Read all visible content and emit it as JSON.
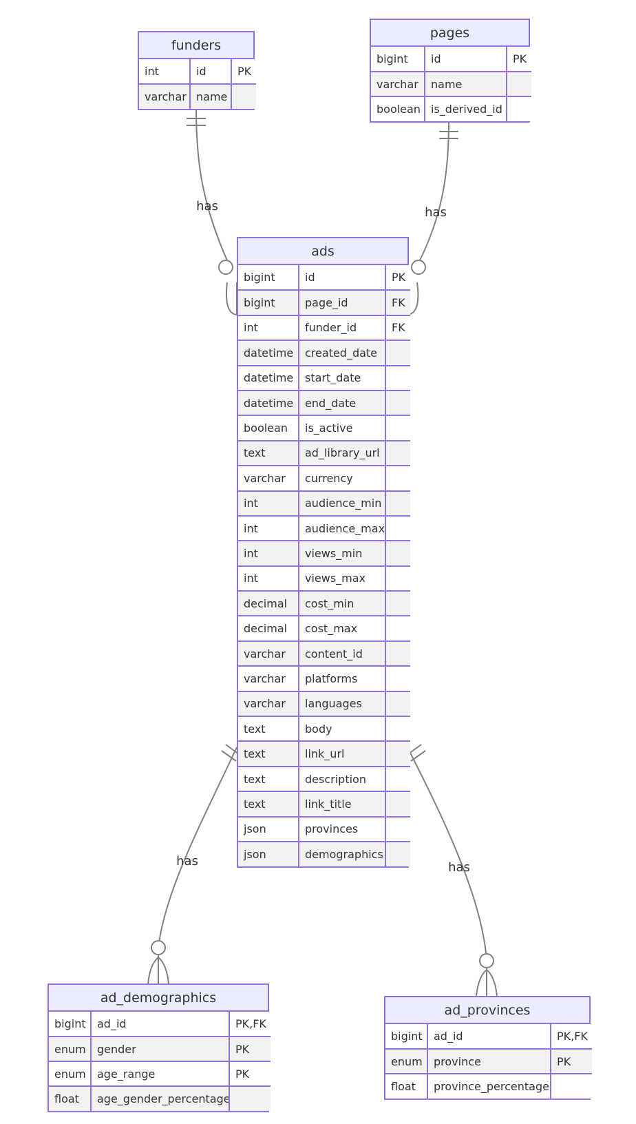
{
  "diagram": {
    "entities": [
      {
        "id": "funders",
        "title": "funders",
        "attributes": [
          {
            "type": "int",
            "name": "id",
            "key": "PK"
          },
          {
            "type": "varchar",
            "name": "name",
            "key": ""
          }
        ]
      },
      {
        "id": "pages",
        "title": "pages",
        "attributes": [
          {
            "type": "bigint",
            "name": "id",
            "key": "PK"
          },
          {
            "type": "varchar",
            "name": "name",
            "key": ""
          },
          {
            "type": "boolean",
            "name": "is_derived_id",
            "key": ""
          }
        ]
      },
      {
        "id": "ads",
        "title": "ads",
        "attributes": [
          {
            "type": "bigint",
            "name": "id",
            "key": "PK"
          },
          {
            "type": "bigint",
            "name": "page_id",
            "key": "FK"
          },
          {
            "type": "int",
            "name": "funder_id",
            "key": "FK"
          },
          {
            "type": "datetime",
            "name": "created_date",
            "key": ""
          },
          {
            "type": "datetime",
            "name": "start_date",
            "key": ""
          },
          {
            "type": "datetime",
            "name": "end_date",
            "key": ""
          },
          {
            "type": "boolean",
            "name": "is_active",
            "key": ""
          },
          {
            "type": "text",
            "name": "ad_library_url",
            "key": ""
          },
          {
            "type": "varchar",
            "name": "currency",
            "key": ""
          },
          {
            "type": "int",
            "name": "audience_min",
            "key": ""
          },
          {
            "type": "int",
            "name": "audience_max",
            "key": ""
          },
          {
            "type": "int",
            "name": "views_min",
            "key": ""
          },
          {
            "type": "int",
            "name": "views_max",
            "key": ""
          },
          {
            "type": "decimal",
            "name": "cost_min",
            "key": ""
          },
          {
            "type": "decimal",
            "name": "cost_max",
            "key": ""
          },
          {
            "type": "varchar",
            "name": "content_id",
            "key": ""
          },
          {
            "type": "varchar",
            "name": "platforms",
            "key": ""
          },
          {
            "type": "varchar",
            "name": "languages",
            "key": ""
          },
          {
            "type": "text",
            "name": "body",
            "key": ""
          },
          {
            "type": "text",
            "name": "link_url",
            "key": ""
          },
          {
            "type": "text",
            "name": "description",
            "key": ""
          },
          {
            "type": "text",
            "name": "link_title",
            "key": ""
          },
          {
            "type": "json",
            "name": "provinces",
            "key": ""
          },
          {
            "type": "json",
            "name": "demographics",
            "key": ""
          }
        ]
      },
      {
        "id": "ad_demographics",
        "title": "ad_demographics",
        "attributes": [
          {
            "type": "bigint",
            "name": "ad_id",
            "key": "PK,FK"
          },
          {
            "type": "enum",
            "name": "gender",
            "key": "PK"
          },
          {
            "type": "enum",
            "name": "age_range",
            "key": "PK"
          },
          {
            "type": "float",
            "name": "age_gender_percentage",
            "key": ""
          }
        ]
      },
      {
        "id": "ad_provinces",
        "title": "ad_provinces",
        "attributes": [
          {
            "type": "bigint",
            "name": "ad_id",
            "key": "PK,FK"
          },
          {
            "type": "enum",
            "name": "province",
            "key": "PK"
          },
          {
            "type": "float",
            "name": "province_percentage",
            "key": ""
          }
        ]
      }
    ],
    "relationships": [
      {
        "id": "funders-ads",
        "from": "funders",
        "to": "ads",
        "label": "has",
        "from_cardinality": "exactly-one",
        "to_cardinality": "zero-or-more"
      },
      {
        "id": "pages-ads",
        "from": "pages",
        "to": "ads",
        "label": "has",
        "from_cardinality": "exactly-one",
        "to_cardinality": "zero-or-more"
      },
      {
        "id": "ads-ad_demographics",
        "from": "ads",
        "to": "ad_demographics",
        "label": "has",
        "from_cardinality": "exactly-one",
        "to_cardinality": "zero-or-more"
      },
      {
        "id": "ads-ad_provinces",
        "from": "ads",
        "to": "ad_provinces",
        "label": "has",
        "from_cardinality": "exactly-one",
        "to_cardinality": "zero-or-more"
      }
    ],
    "colors": {
      "border": "#9370DB",
      "header_fill": "#ECECFF",
      "row_fill_alt": "#f2f2f2",
      "text": "#333333",
      "edge": "#808080"
    }
  }
}
